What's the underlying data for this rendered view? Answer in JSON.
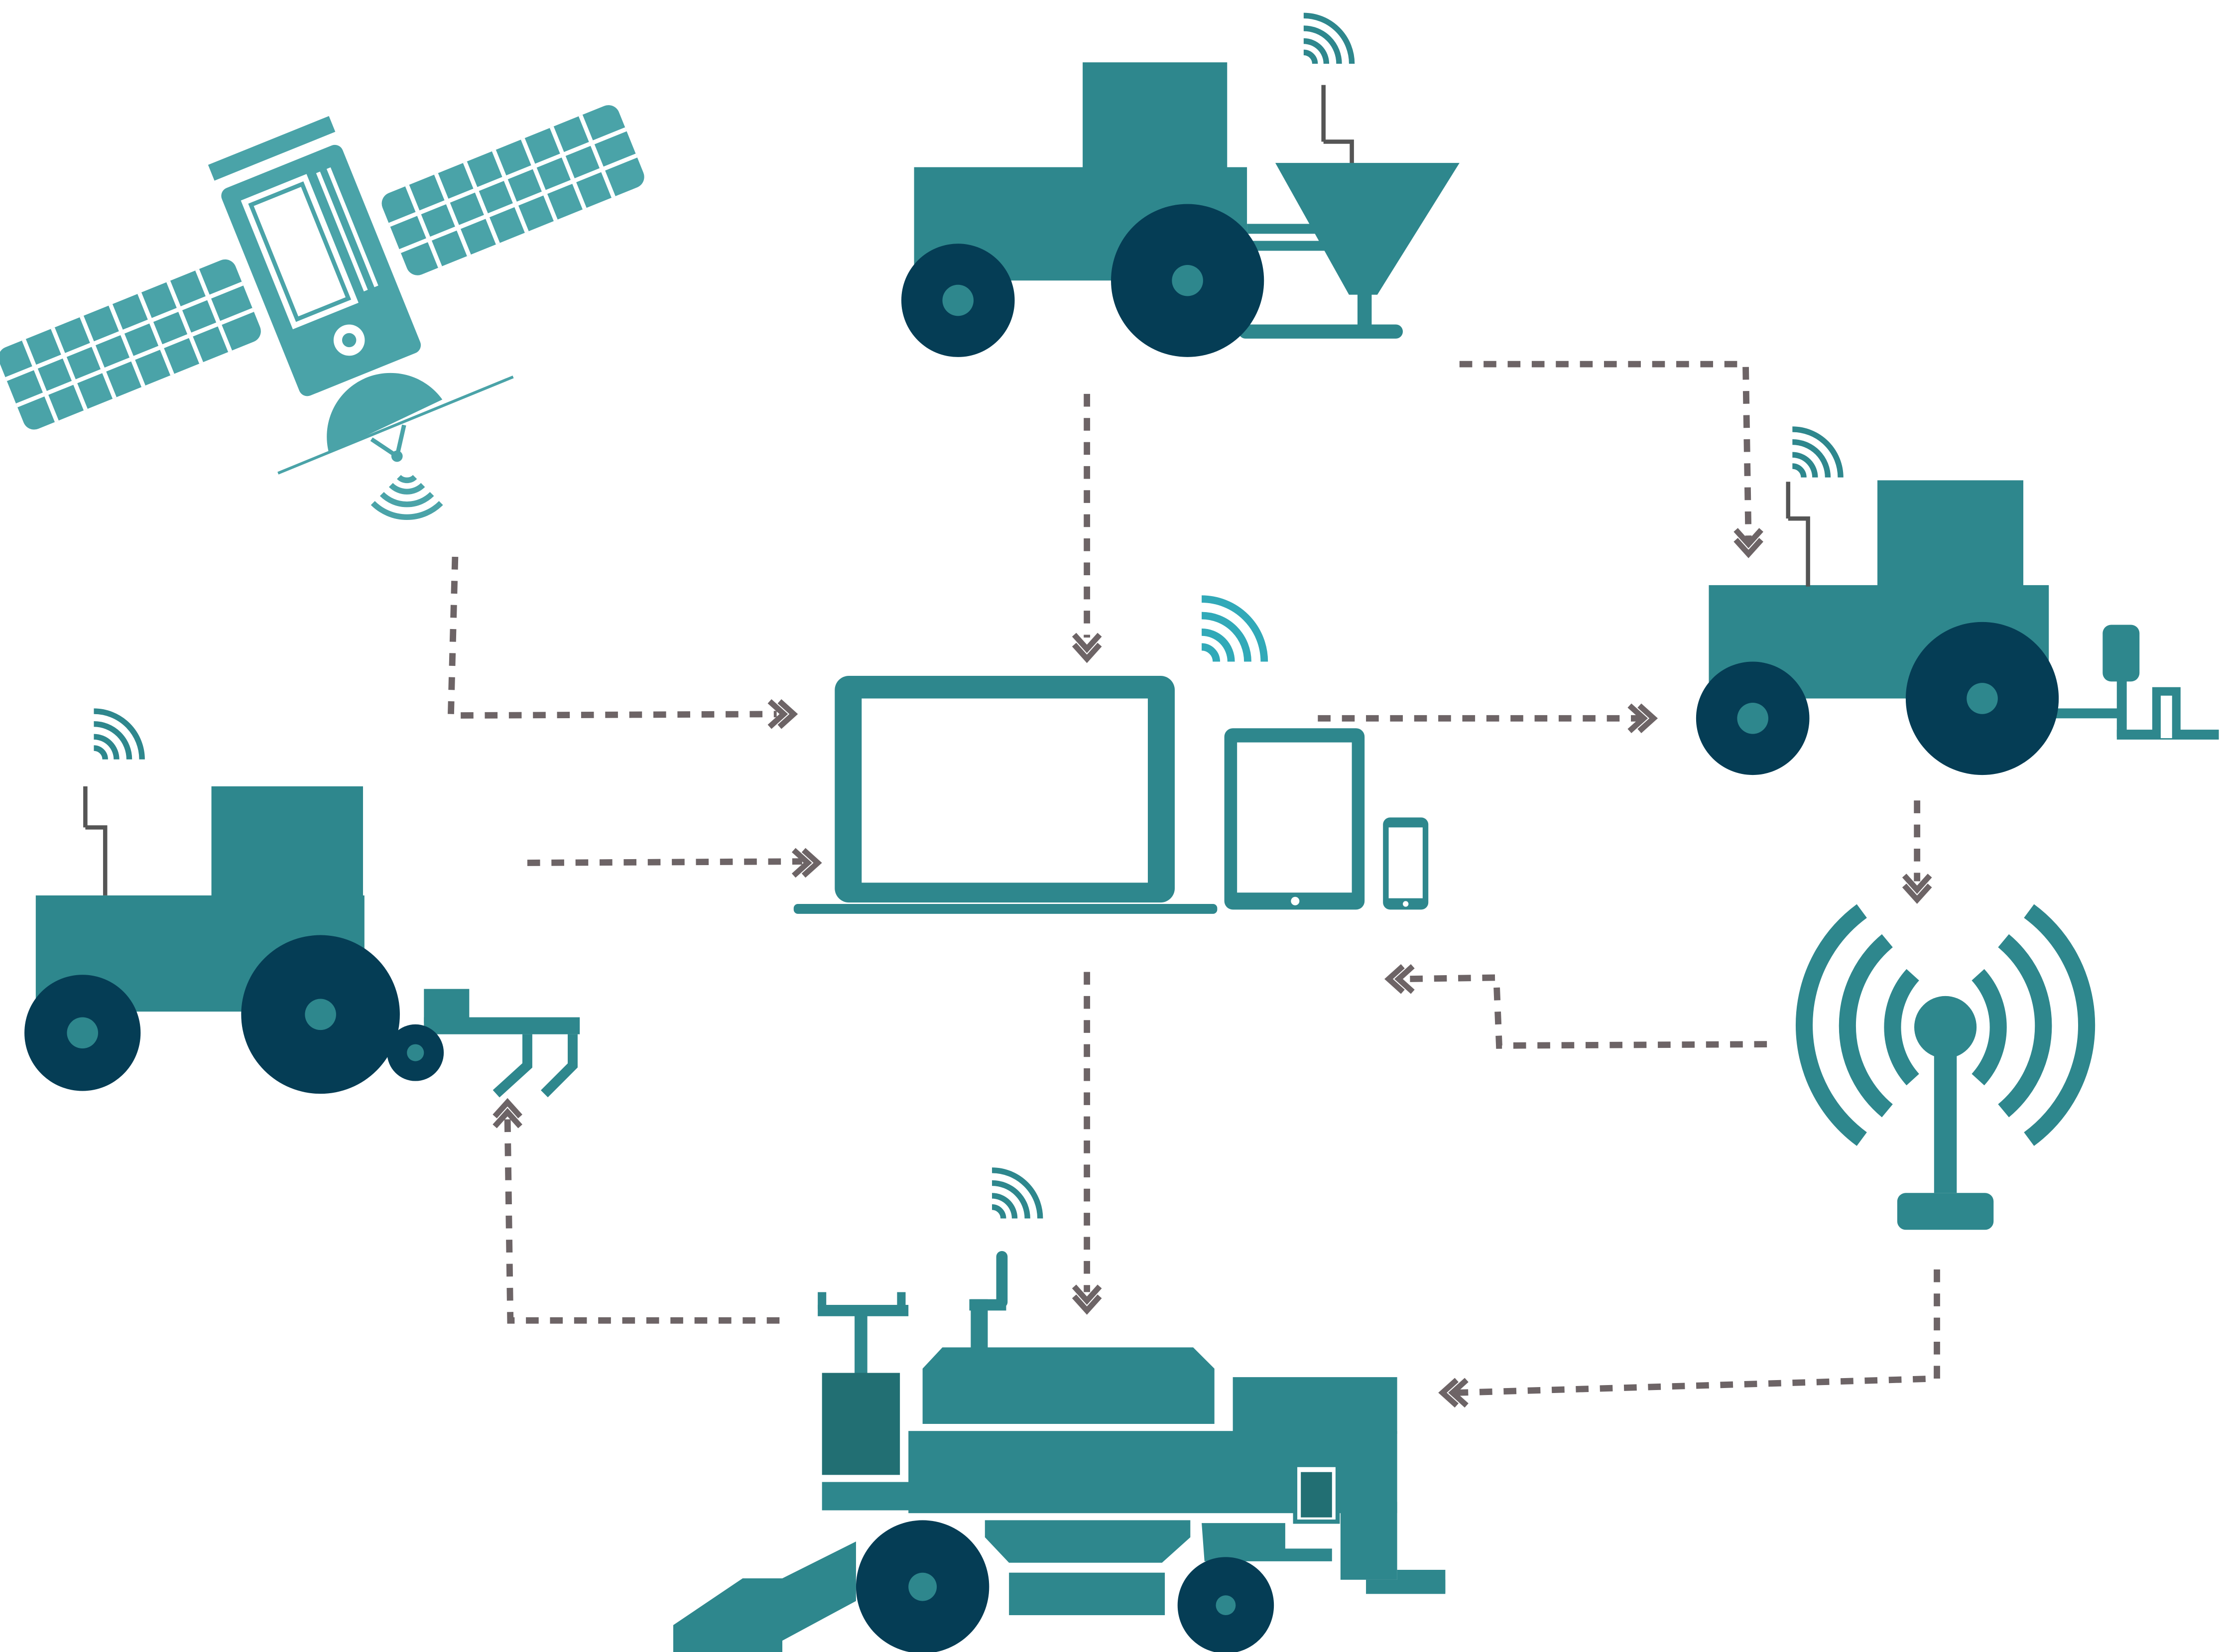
{
  "colors": {
    "teal": "#2e878d",
    "teal_light": "#4aa3a8",
    "teal_dark": "#226f73",
    "navy": "#053d55",
    "wheel_hub": "#2e878d",
    "wifi_bright": "#31a9b8",
    "arrow": "#6d6466",
    "antenna": "#555555"
  },
  "nodes": [
    {
      "id": "satellite",
      "icon": "satellite-icon"
    },
    {
      "id": "tractor-seeder",
      "icon": "tractor-with-hopper-icon"
    },
    {
      "id": "tractor-sprayer",
      "icon": "tractor-with-sprayer-icon"
    },
    {
      "id": "tractor-cultivator",
      "icon": "tractor-with-cultivator-icon"
    },
    {
      "id": "control-devices",
      "icon": "laptop-tablet-phone-icon"
    },
    {
      "id": "radio-tower",
      "icon": "radio-tower-icon"
    },
    {
      "id": "combine-harvester",
      "icon": "combine-harvester-icon"
    }
  ],
  "connections": [
    {
      "from": "satellite",
      "to": "control-devices"
    },
    {
      "from": "tractor-cultivator",
      "to": "control-devices"
    },
    {
      "from": "tractor-seeder",
      "to": "control-devices"
    },
    {
      "from": "tractor-seeder",
      "to": "tractor-sprayer"
    },
    {
      "from": "control-devices",
      "to": "tractor-sprayer"
    },
    {
      "from": "tractor-sprayer",
      "to": "radio-tower"
    },
    {
      "from": "radio-tower",
      "to": "control-devices"
    },
    {
      "from": "radio-tower",
      "to": "combine-harvester"
    },
    {
      "from": "control-devices",
      "to": "combine-harvester"
    },
    {
      "from": "combine-harvester",
      "to": "tractor-cultivator"
    }
  ]
}
